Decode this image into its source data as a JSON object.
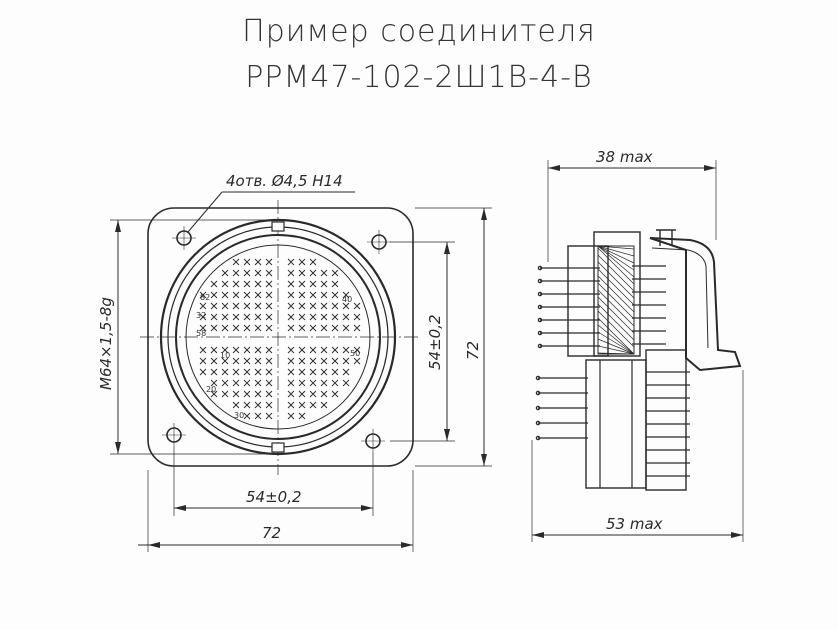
{
  "title_line1": "Пример соединителя",
  "title_line2": "РРМ47-102-2Ш1В-4-В",
  "front_view": {
    "hole_callout": "4отв. Ø4,5 H14",
    "thread_label": "M64×1,5-8g",
    "mount_spacing_v": "54±0,2",
    "overall_height": "72",
    "mount_spacing_h": "54±0,2",
    "overall_width": "72",
    "pin_numbers": [
      "82",
      "32",
      "58",
      "10",
      "20",
      "30",
      "40",
      "50"
    ]
  },
  "side_view": {
    "top_dim": "38 max",
    "bottom_dim": "53 max"
  }
}
